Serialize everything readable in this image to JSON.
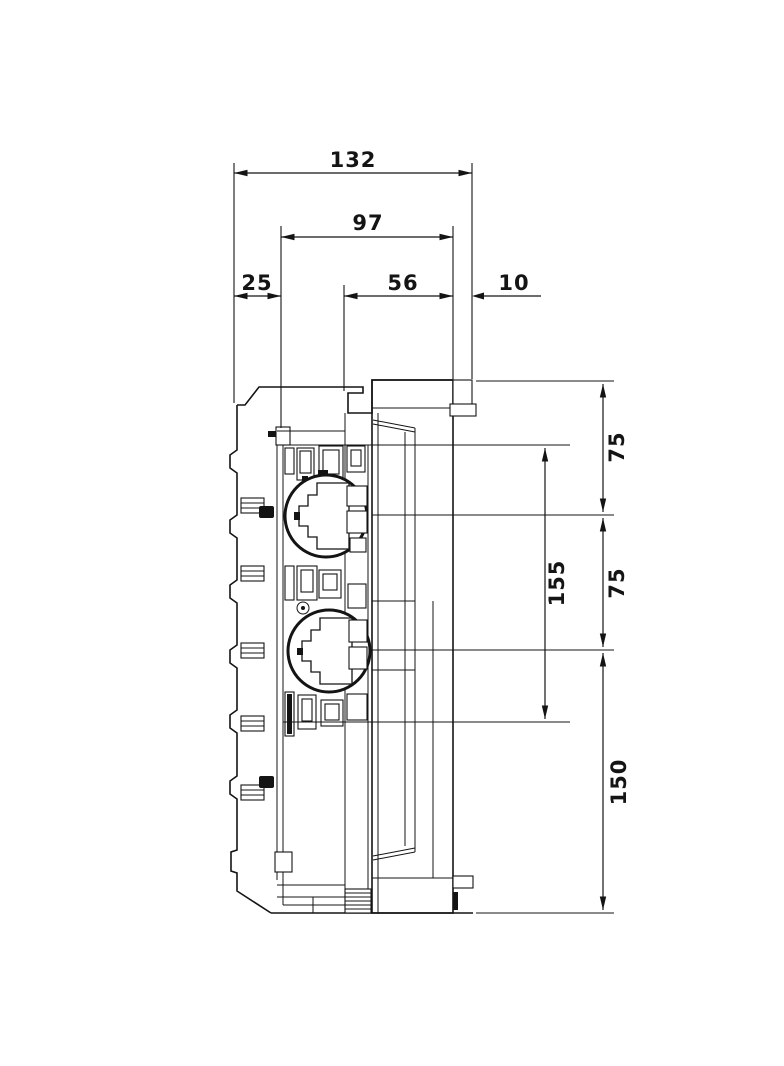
{
  "drawing": {
    "line_color": "#141414",
    "background": "#ffffff",
    "dims": {
      "d132": "132",
      "d97": "97",
      "d25": "25",
      "d56": "56",
      "d10": "10",
      "d75a": "75",
      "d75b": "75",
      "d155": "155",
      "d150": "150"
    }
  }
}
